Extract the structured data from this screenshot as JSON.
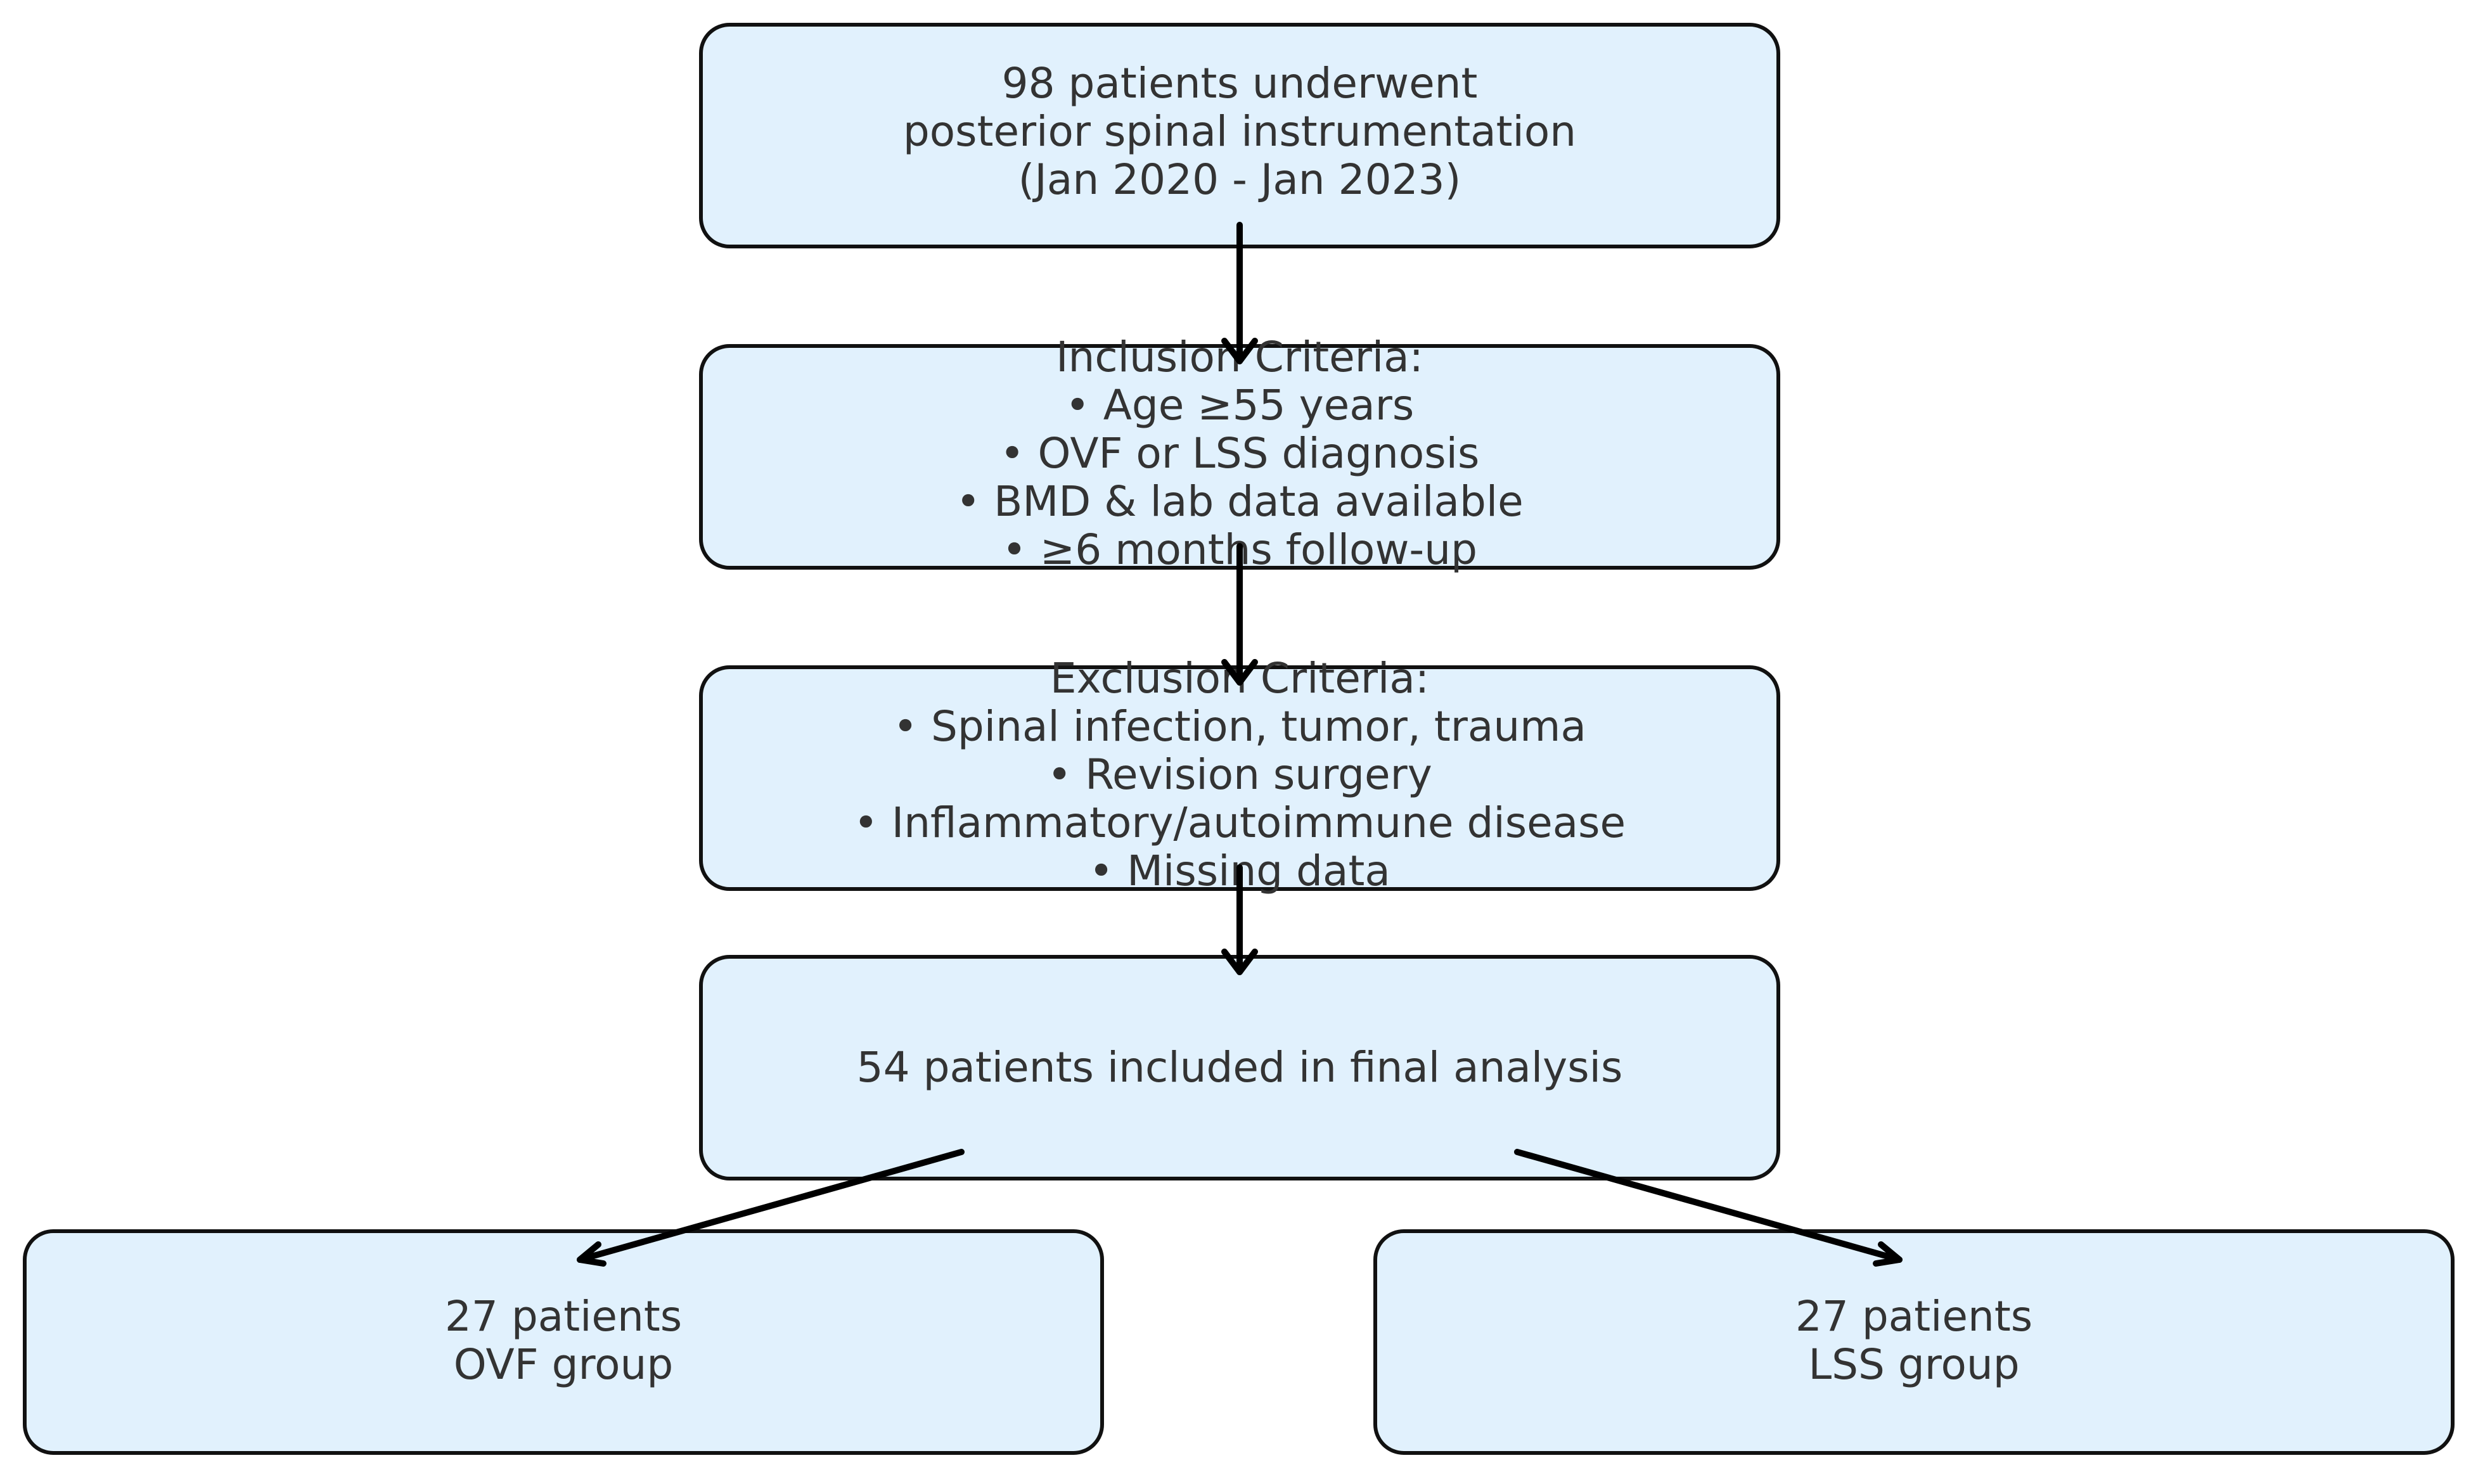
{
  "flowchart": {
    "box_fill": "#e1f1fd",
    "box_border": "#111111",
    "text_color": "#333333",
    "arrow_color": "#000000",
    "nodes": {
      "start": {
        "lines": [
          "98 patients underwent",
          "posterior spinal instrumentation",
          "(Jan 2020 - Jan 2023)"
        ]
      },
      "inclusion": {
        "lines": [
          "Inclusion Criteria:",
          "• Age ≥55 years",
          "• OVF or LSS diagnosis",
          "• BMD & lab data available",
          "• ≥6 months follow-up"
        ]
      },
      "exclusion": {
        "lines": [
          "Exclusion Criteria:",
          "• Spinal infection, tumor, trauma",
          "• Revision surgery",
          "• Inflammatory/autoimmune disease",
          "• Missing data"
        ]
      },
      "final": {
        "lines": [
          "54 patients included in final analysis"
        ]
      },
      "ovf": {
        "lines": [
          "27 patients",
          "OVF group"
        ]
      },
      "lss": {
        "lines": [
          "27 patients",
          "LSS group"
        ]
      }
    }
  }
}
